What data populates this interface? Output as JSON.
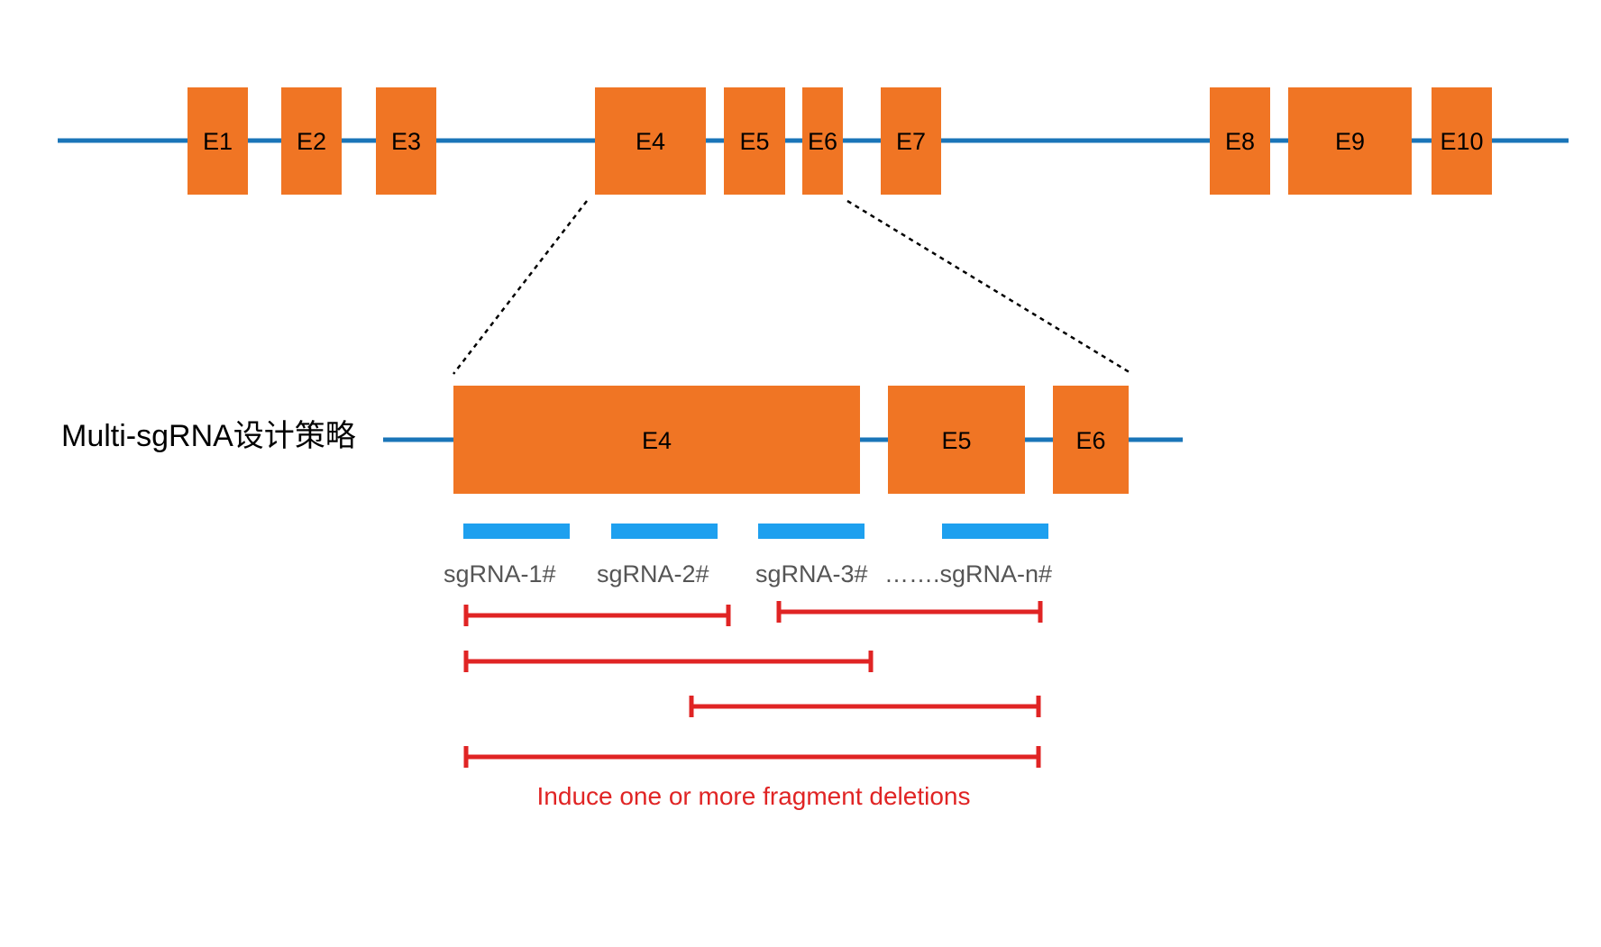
{
  "colors": {
    "exon": "#f07524",
    "intron": "#1a75b8",
    "sgrna": "#1ea0ef",
    "deletion": "#e02424",
    "text": "#000000",
    "sgrna_label": "#555555"
  },
  "top_gene": {
    "exons": [
      "E1",
      "E2",
      "E3",
      "E4",
      "E5",
      "E6",
      "E7",
      "E8",
      "E9",
      "E10"
    ]
  },
  "zoom_gene": {
    "title": "Multi-sgRNA设计策略",
    "exons": [
      "E4",
      "E5",
      "E6"
    ]
  },
  "sgrnas": {
    "labels": [
      "sgRNA-1#",
      "sgRNA-2#",
      "sgRNA-3#",
      "…….sgRNA-n#"
    ]
  },
  "deletions": {
    "caption": "Induce one or more fragment deletions"
  }
}
